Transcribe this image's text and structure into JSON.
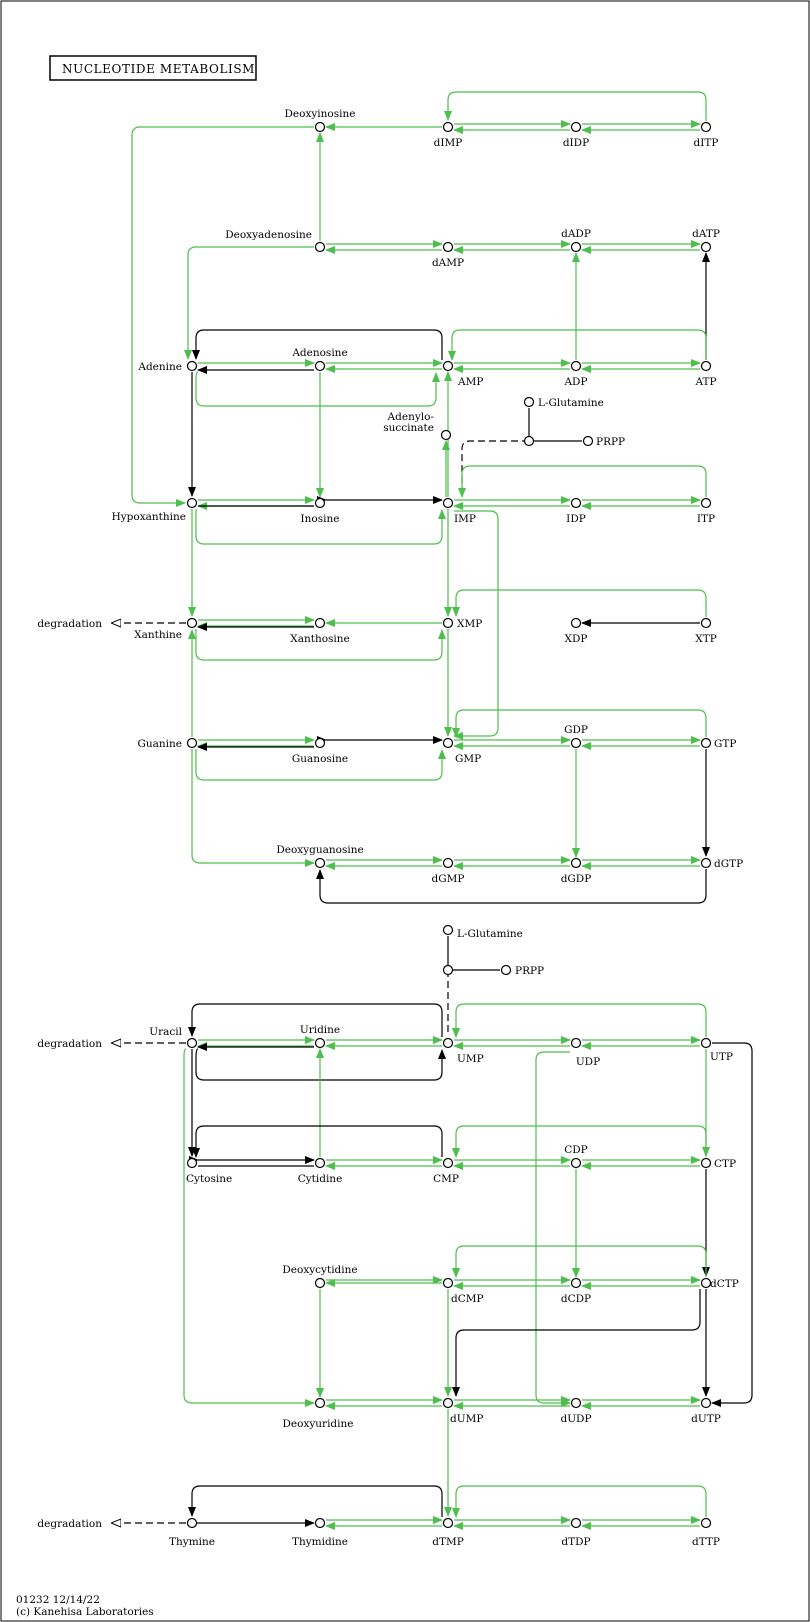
{
  "title": "NUCLEOTIDE METABOLISM",
  "footer": {
    "line1": "01232 12/14/22",
    "line2": "(c) Kanehisa Laboratories"
  },
  "colors": {
    "enzyme_edge": "#4dbf4d",
    "plain_edge": "#000000",
    "background": "#ffffff"
  },
  "compounds": {
    "deoxyinosine": "Deoxyinosine",
    "dimp": "dIMP",
    "didp": "dIDP",
    "ditp": "dITP",
    "deoxyadenosine": "Deoxyadenosine",
    "damp": "dAMP",
    "dadp": "dADP",
    "datp": "dATP",
    "adenine": "Adenine",
    "adenosine": "Adenosine",
    "amp": "AMP",
    "adp": "ADP",
    "atp": "ATP",
    "lglutamine1": "L-Glutamine",
    "prpp1": "PRPP",
    "adenylosuccinate": "Adenylo-\nsuccinate",
    "hypoxanthine": "Hypoxanthine",
    "inosine": "Inosine",
    "imp": "IMP",
    "idp": "IDP",
    "itp": "ITP",
    "degradation1": "degradation",
    "xanthine": "Xanthine",
    "xanthosine": "Xanthosine",
    "xmp": "XMP",
    "xdp": "XDP",
    "xtp": "XTP",
    "guanine": "Guanine",
    "guanosine": "Guanosine",
    "gmp": "GMP",
    "gdp": "GDP",
    "gtp": "GTP",
    "deoxyguanosine": "Deoxyguanosine",
    "dgmp": "dGMP",
    "dgdp": "dGDP",
    "dgtp": "dGTP",
    "lglutamine2": "L-Glutamine",
    "prpp2": "PRPP",
    "degradation2": "degradation",
    "uracil": "Uracil",
    "uridine": "Uridine",
    "ump": "UMP",
    "udp": "UDP",
    "utp": "UTP",
    "cytosine": "Cytosine",
    "cytidine": "Cytidine",
    "cmp": "CMP",
    "cdp": "CDP",
    "ctp": "CTP",
    "deoxycytidine": "Deoxycytidine",
    "dcmp": "dCMP",
    "dcdp": "dCDP",
    "dctp": "dCTP",
    "deoxyuridine": "Deoxyuridine",
    "dump": "dUMP",
    "dudp": "dUDP",
    "dutp": "dUTP",
    "degradation3": "degradation",
    "thymine": "Thymine",
    "thymidine": "Thymidine",
    "dtmp": "dTMP",
    "dtdp": "dTDP",
    "dttp": "dTTP"
  }
}
